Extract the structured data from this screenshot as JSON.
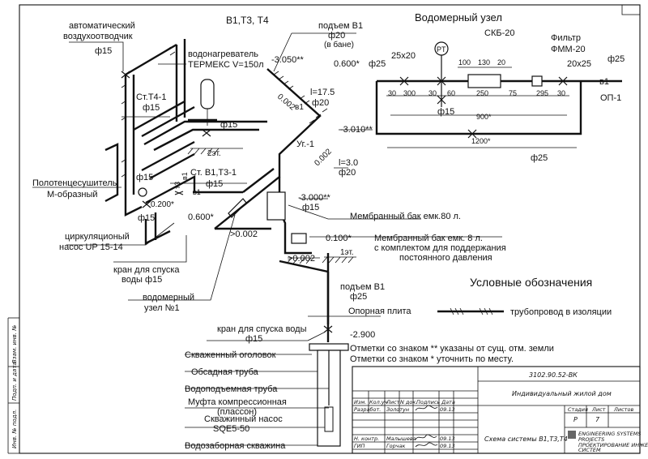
{
  "system_title": "В1,Т3, Т4",
  "meter_unit": {
    "title": "Водомерный узел",
    "labels": {
      "fitting_left": "25х20",
      "pipe_left": "ф25",
      "level": "0.600*",
      "meter": "СКБ-20",
      "filter": "Фильтр",
      "filter_model": "ФММ-20",
      "fitting_right": "20х25",
      "pipe_right": "ф25",
      "pressure": "PT",
      "line_code": "в1",
      "outlet": "ОП-1",
      "branch": "ф15",
      "bottom_pipe": "ф25"
    },
    "dims_top": [
      "100",
      "130",
      "20"
    ],
    "dims_bottom": [
      "30",
      "300",
      "30",
      "60",
      "250",
      "75",
      "295",
      "30"
    ],
    "total_a": "900*",
    "total_b": "1200*"
  },
  "labels": {
    "air_vent": "автоматический",
    "air_vent_2": "воздухоотводчик",
    "air_vent_d": "ф15",
    "heater": "водонагреватель",
    "heater_2": "ТЕРМЕКС V=150л",
    "riser_b1": "подъем В1",
    "riser_b1_d": "ф20",
    "riser_b1_note": "(в бане)",
    "lvl_3050": "-3.050**",
    "dim_175": "l=17.5",
    "dim_175_d": "ф20",
    "slope_002a": "0.002",
    "b1_code": "в1",
    "riser_t4": "Ст.Т4-1",
    "riser_t4_d": "ф15",
    "f15_a": "ф15",
    "floor2": "2эт.",
    "lvl_3010": "-3.010**",
    "uphill": "Уг.-1",
    "dim_30": "l=3.0",
    "dim_30_d": "ф20",
    "slope_002b": "0.002",
    "towel": "Полотенцесушитель",
    "towel_2": "М-образный",
    "riser_st": "Ст. В1,Т3-1",
    "riser_st_d": "ф15",
    "f15_b": "ф15",
    "lvl_200": "0.200*",
    "t3": "т3",
    "b1_b": "в1",
    "lvl_3000": "-3.000**",
    "lvl_3000_d": "ф15",
    "f15_c": "ф15",
    "membrane80": "Мембранный  бак  емк.80 л.",
    "lvl_600": "0.600*",
    "pump": "циркуляционый",
    "pump_2": "насос UP 15-14",
    "slope_002c": ">0.002",
    "lvl_100": "0.100*",
    "membrane8": "Мембранный  бак  емк. 8 л.",
    "membrane8_2": "с комплектом для поддержания",
    "membrane8_3": "постоянного давления",
    "drain": "кран для спуска",
    "drain_2": "воды ф15",
    "slope_002d": ">0.002",
    "floor1": "1эт.",
    "meter_node": "водомерный",
    "meter_node_2": "узел №1",
    "riser_b1b": "подъем В1",
    "riser_b1b_d": "ф25",
    "support": "Опорная плита",
    "drain_b": "кран для спуска воды",
    "drain_b_d": "ф15",
    "lvl_2900": "-2.900",
    "well_head": "Скваженный оголовок",
    "casing": "Обсадная труба",
    "lift_pipe": "Водоподъемная труба",
    "coupling": "Муфта компрессионная",
    "coupling_2": "(пласcон)",
    "well_pump": "Скважинный насос",
    "well_pump_2": "SQE5-50",
    "well": "Водозаборная скважина"
  },
  "legend": {
    "title": "Условные обозначения",
    "insulated": "трубопровод в изоляции",
    "note1": "Отметки со знаком ** указаны от сущ. отм. земли",
    "note2": "Отметки со знаком * уточнить по месту."
  },
  "stamp": {
    "code": "3102.90.52-ВК",
    "object": "Индивидуальный жилой дом",
    "sheet_title": "Схема системы В1,Т3,Т4",
    "stage_h": "Стадия",
    "sheet_h": "Лист",
    "sheets_h": "Листов",
    "stage": "Р",
    "sheet": "7",
    "cols": [
      "Изм.",
      "Кол.уч",
      "Лист",
      "N док.",
      "Подпись",
      "Дата"
    ],
    "dev_role": "Разработ.",
    "dev_name": "Золотун",
    "dev_date": "09.13",
    "nk_role": "Н. контр.",
    "nk_name": "Малышева",
    "nk_date": "09.13",
    "gip_role": "ГИП",
    "gip_name": "Горчак",
    "gip_date": "09.13",
    "company": "ENGINEERING SYSTEMS",
    "company_2": "PROJECTS",
    "company_3": "ПРОЕКТИРОВАНИЕ ИНЖЕНЕРНЫХ",
    "company_4": "СИСТЕМ"
  },
  "side": {
    "inv": "Инв. № подл.",
    "sign": "Подп. и дата",
    "replace": "Взам. инв. №"
  }
}
